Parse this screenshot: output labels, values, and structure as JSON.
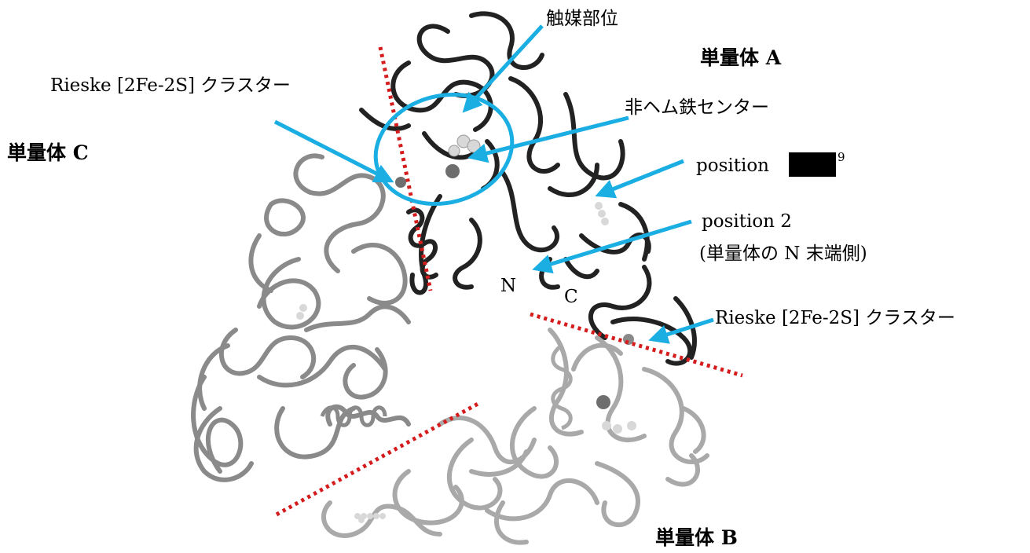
{
  "colors": {
    "monomer_a": "#222222",
    "monomer_b": "#a9a9a9",
    "monomer_c": "#8a8a8a",
    "annotation_arrow": "#1aaee3",
    "boundary_line": "#d41c1c",
    "ligand_sphere": "#d8d8d8",
    "metal_sphere": "#6e6e6e"
  },
  "labels": {
    "catalytic_site": "触媒部位",
    "monomer_a": "単量体 A",
    "rieske_left": "Rieske [2Fe-2S]  クラスター",
    "nonheme_iron": "非ヘム鉄センター",
    "monomer_c": "単量体  C",
    "position_9_prefix": "position",
    "position_9_suffix": "9",
    "position_2_line1": "position 2",
    "position_2_line2": "(単量体の N 末端側)",
    "n_terminus": "N",
    "c_terminus": "C",
    "rieske_right": "Rieske [2Fe-2S]  クラスター",
    "monomer_b": "単量体 B"
  },
  "icons": {
    "structure": "protein-trimer-ribbon",
    "arrow": "annotation-arrow",
    "circle": "active-site-circle"
  }
}
